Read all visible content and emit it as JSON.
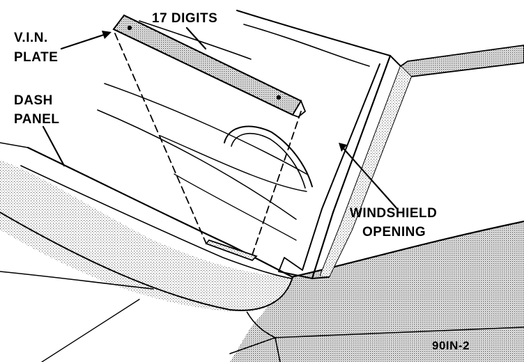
{
  "labels": {
    "digits": "17 DIGITS",
    "vin_line1": "V.I.N.",
    "vin_line2": "PLATE",
    "dash_line1": "DASH",
    "dash_line2": "PANEL",
    "windshield_line1": "WINDSHIELD",
    "windshield_line2": "OPENING",
    "figure_id": "90IN-2"
  },
  "colors": {
    "ink": "#000000",
    "paper": "#ffffff",
    "stipple": "#8c8c8c"
  }
}
